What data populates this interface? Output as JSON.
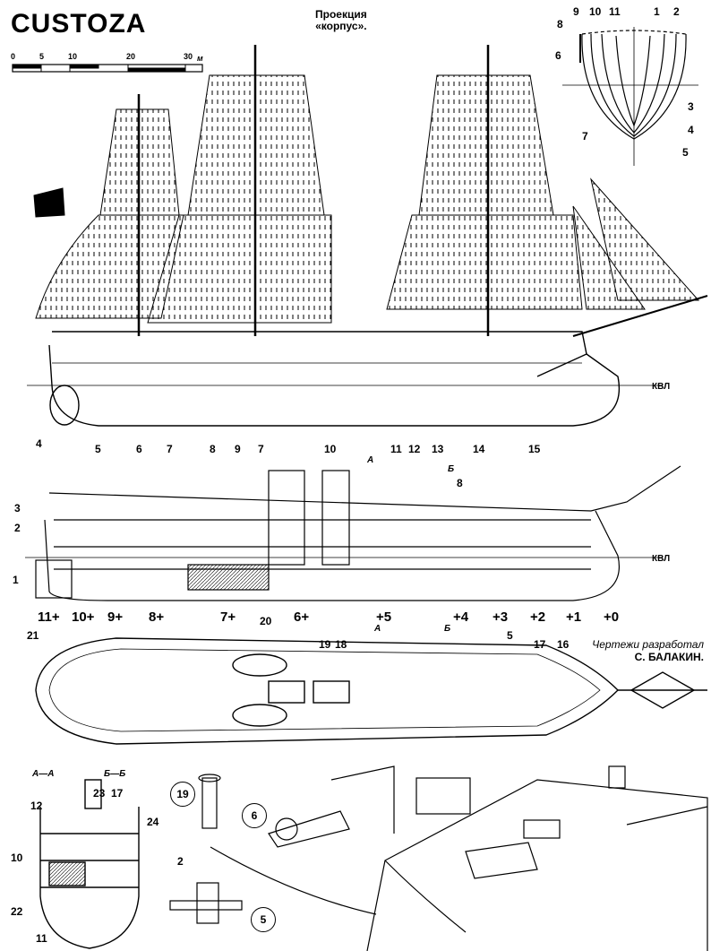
{
  "title": "CUSTOZA",
  "projection": {
    "line1": "Проекция",
    "line2": "«корпус»."
  },
  "scale": {
    "labels": [
      "0",
      "5",
      "10",
      "20",
      "30"
    ],
    "unit": "м"
  },
  "waterline": "КВЛ",
  "body_plan_labels": [
    "9",
    "10",
    "11",
    "1",
    "2",
    "8",
    "6",
    "3",
    "4",
    "5",
    "7"
  ],
  "profile_labels": {
    "prop": "4"
  },
  "section_numbers": [
    "5",
    "6",
    "7",
    "8",
    "9",
    "7",
    "10",
    "11",
    "12",
    "13",
    "14",
    "8",
    "15",
    "3",
    "2",
    "1",
    "16",
    "17",
    "18",
    "19",
    "20",
    "21",
    "5"
  ],
  "section_marks": {
    "a": "А",
    "b": "Б"
  },
  "frames": [
    "11+",
    "10+",
    "9+",
    "8+",
    "7+",
    "6+",
    "+5",
    "+4",
    "+3",
    "+2",
    "+1",
    "+0"
  ],
  "credit": {
    "line1": "Чертежи разработал",
    "line2": "С. БАЛАКИН."
  },
  "cross_sections": {
    "aa": "А—А",
    "bb": "Б—Б"
  },
  "cross_labels": [
    "12",
    "23",
    "17",
    "24",
    "10",
    "2",
    "22",
    "11"
  ],
  "details": {
    "d19": "19",
    "d6": "6",
    "d5": "5"
  }
}
